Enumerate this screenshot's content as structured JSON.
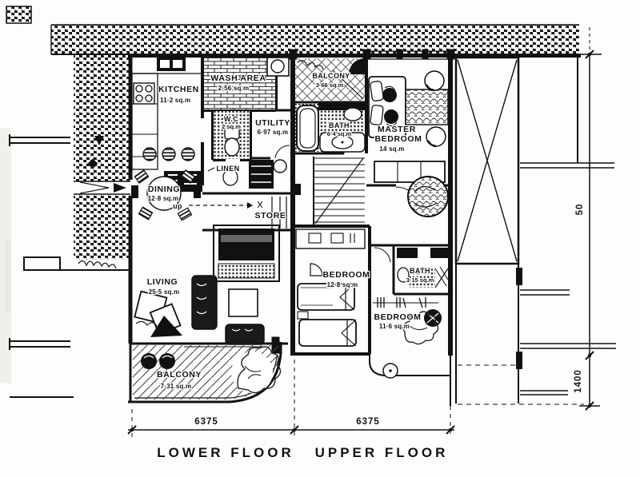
{
  "rooms": {
    "kitchen": {
      "name": "KITCHEN",
      "area": "11·2 sq.m"
    },
    "wash_area": {
      "name": "WASH AREA",
      "area": "2·56 sq.m"
    },
    "wc": {
      "name": "W.C",
      "area": "2 sq.m"
    },
    "utility": {
      "name": "UTILITY",
      "area": "6·97 sq.m"
    },
    "linen": {
      "name": "LINEN"
    },
    "dining": {
      "name": "DINING",
      "area": "12·8 sq.m"
    },
    "store": {
      "name": "STORE"
    },
    "stairs": {
      "name": "up"
    },
    "living": {
      "name": "LIVING",
      "area": "25·5 sq.m"
    },
    "balcony_lower": {
      "name": "BALCONY",
      "area": "7·31 sq.m"
    },
    "balcony_upper": {
      "name": "BALCONY",
      "area": "3·66 sq.m"
    },
    "bath_master": {
      "name": "BATH",
      "area": "6·4 sq.m"
    },
    "master_bedroom": {
      "name1": "MASTER",
      "name2": "BEDROOM",
      "area": "14 sq.m"
    },
    "bedroom_front": {
      "name": "BEDROOM",
      "area": "12·8 sq.m"
    },
    "bath_upper": {
      "name": "BATH",
      "area": "3·15 sq.m"
    },
    "bedroom_rear": {
      "name": "BEDROOM",
      "area": "11·6 sq.m"
    }
  },
  "dimensions": {
    "lower_width": "6375",
    "upper_width": "6375",
    "right_height": "50",
    "right_lower": "1400"
  },
  "floor_labels": {
    "lower": "LOWER  FLOOR",
    "upper": "UPPER  FLOOR"
  }
}
